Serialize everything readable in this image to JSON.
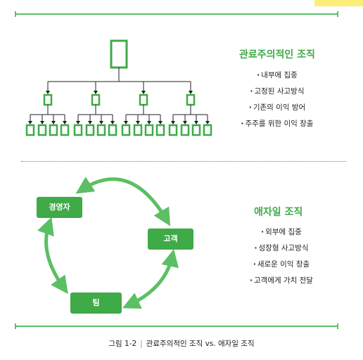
{
  "hierarchical": {
    "title": "관료주의적인 조직",
    "bullets": [
      "내부에 집중",
      "고정된 사고방식",
      "기존의 이익 방어",
      "주주를 위한 이익 창출"
    ]
  },
  "agile": {
    "title": "애자일 조직",
    "bullets": [
      "외부에 집중",
      "성장형 사고방식",
      "새로운 이익 창출",
      "고객에게 가치 전달"
    ],
    "nodes": {
      "management": "경영자",
      "customer": "고객",
      "team": "팀"
    }
  },
  "caption": {
    "figure": "그림 1-2",
    "text": "관료주의적인 조직 vs. 애자일 조직"
  },
  "colors": {
    "accent": "#3eaa48",
    "rule": "#5bbf63",
    "highlight": "#fbef7a"
  }
}
